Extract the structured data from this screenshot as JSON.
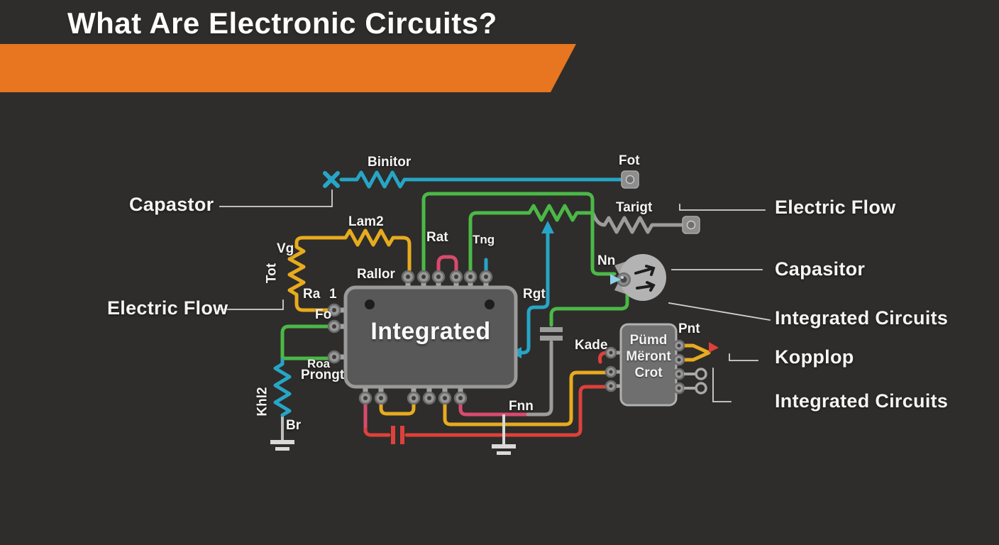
{
  "banner": {
    "title": "What Are Electronic Circuits?"
  },
  "colors": {
    "background": "#2e2d2b",
    "banner": "#e8751f",
    "cyan": "#27a5c6",
    "green": "#4cb847",
    "yellow": "#e8ab1f",
    "pink": "#d84b6d",
    "red": "#de413b",
    "gray_wire": "#9c9c9c",
    "chip_fill": "#585858",
    "chip_border": "#9a9a9a",
    "label": "#f4f4f4"
  },
  "chips": {
    "main": {
      "label": "Integrated"
    },
    "small": {
      "line1": "Pümd",
      "line2": "Mëront",
      "line3": "Crot"
    }
  },
  "labels": {
    "binitor": "Binitor",
    "fot": "Fot",
    "tarigt": "Tarigt",
    "lam2": "Lam2",
    "rat": "Rat",
    "tng": "Tng",
    "vg": "Vg",
    "tot": "Tot",
    "rallor": "Rallor",
    "ra": "Ra",
    "one": "1",
    "fo": "Fo",
    "rgt": "Rgt",
    "nn": "Nn",
    "roa": "Roa",
    "prongt": "Prongt",
    "khl2": "Khl2",
    "br": "Br",
    "fnn": "Fnn",
    "kade": "Kade",
    "pnt": "Pnt"
  },
  "left_callouts": [
    "Capastor",
    "Electric Flow"
  ],
  "right_callouts": [
    "Electric Flow",
    "Capasitor",
    "Integrated Circuits",
    "Kopplop",
    "Integrated Circuits"
  ]
}
